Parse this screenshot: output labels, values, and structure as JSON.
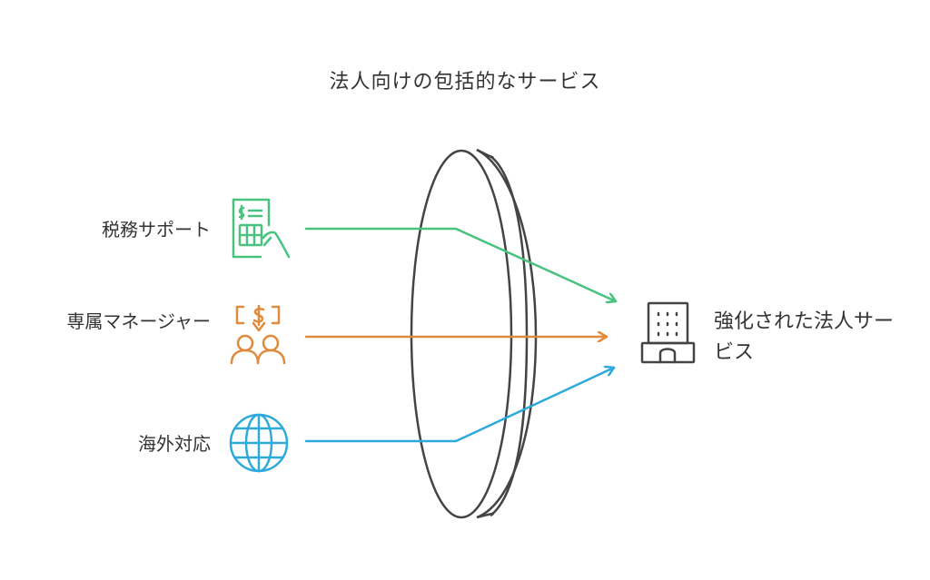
{
  "title": "法人向けの包括的なサービス",
  "inputs": [
    {
      "label": "税務サポート",
      "icon": "tax-calculator-icon",
      "color": "#48c27e"
    },
    {
      "label": "専属マネージャー",
      "icon": "manager-people-icon",
      "color": "#e08a3c"
    },
    {
      "label": "海外対応",
      "icon": "globe-icon",
      "color": "#2ea9db"
    }
  ],
  "output": {
    "label": "強化された法人サービス",
    "icon": "office-building-icon",
    "color": "#444444"
  },
  "lens": {
    "icon": "lens-shape",
    "stroke": "#444444"
  }
}
